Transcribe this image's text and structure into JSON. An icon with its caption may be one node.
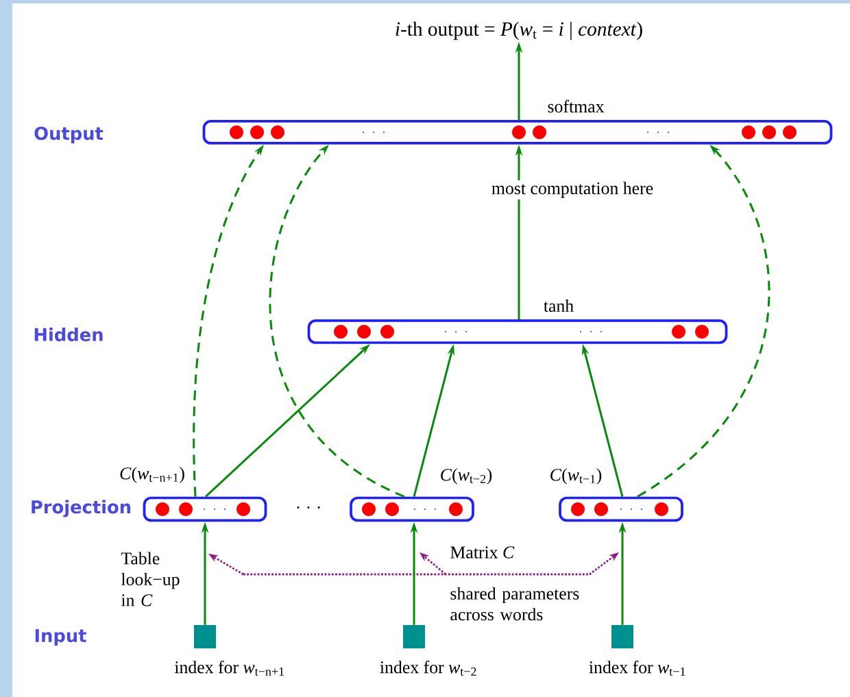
{
  "diagram": {
    "nodes": [
      {
        "text": [
          "*i*-th output = *P*(*w*$_{t}$ = *i* | *context*)"
        ]
      },
      {
        "text": [],
        "shape": "bar",
        "beside": [
          "softmax"
        ]
      },
      {
        "text": [],
        "shape": "bar",
        "beside": [
          "tanh"
        ]
      },
      {
        "text": [],
        "shape": "bar",
        "beside": [
          "*C*(*w*$_{t−n+1}$)"
        ]
      },
      {
        "text": [],
        "shape": "bar",
        "beside": [
          "*C*(*w*$_{t−2}$)"
        ]
      },
      {
        "text": [],
        "shape": "bar",
        "beside": [
          "*C*(*w*$_{t−1}$)"
        ]
      },
      {
        "text": [],
        "shape": "box",
        "beside": [
          "index for *w*$_{t−n+1}$"
        ]
      },
      {
        "text": [],
        "shape": "box",
        "beside": [
          "index for *w*$_{t−2}$"
        ]
      },
      {
        "text": [],
        "shape": "box",
        "beside": [
          "index for *w*$_{t−1}$"
        ]
      }
    ],
    "edges": [
      {
        "from": 1,
        "to": 0,
        "arrow": "to"
      },
      {
        "from": 2,
        "to": 1,
        "arrow": "to",
        "label": "most computation here"
      },
      {
        "from": 3,
        "to": 2,
        "arrow": "to"
      },
      {
        "from": 4,
        "to": 2,
        "arrow": "to"
      },
      {
        "from": 5,
        "to": 2,
        "arrow": "to"
      },
      {
        "from": 3,
        "to": 1,
        "arrow": "to",
        "style": "dashed"
      },
      {
        "from": 4,
        "to": 1,
        "arrow": "to",
        "style": "dashed"
      },
      {
        "from": 5,
        "to": 1,
        "arrow": "to",
        "style": "dashed"
      },
      {
        "from": 6,
        "to": 3,
        "arrow": "to"
      },
      {
        "from": 7,
        "to": 4,
        "arrow": "to"
      },
      {
        "from": 8,
        "to": 5,
        "arrow": "to"
      }
    ],
    "labels": [
      "Output",
      "Hidden",
      "Projection",
      "· · ·",
      "Table look−up in *C*",
      "Matrix *C*",
      "shared parameters across words",
      "Input"
    ]
  }
}
